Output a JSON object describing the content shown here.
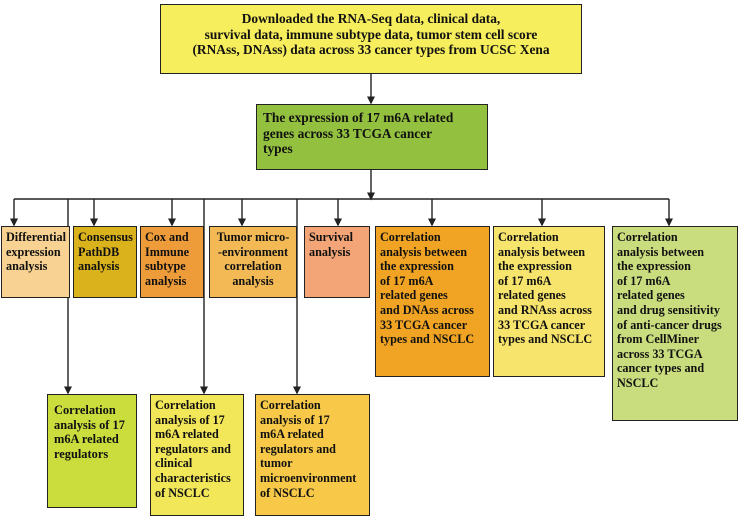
{
  "colors": {
    "top": "#f6ee5c",
    "mid": "#93c13f",
    "diff": "#f8d292",
    "consensus": "#d9b21c",
    "cox": "#ee9b3a",
    "tumor_micro": "#f3b955",
    "survival": "#f4a577",
    "dnass": "#f1a424",
    "rnass": "#f6e46c",
    "drug": "#c9dc7e",
    "regulators": "#cadd3c",
    "clinical": "#f2e659",
    "tme_nsclc": "#f8c948",
    "line": "#222222"
  },
  "nodes": {
    "top": "Downloaded the RNA-Seq data, clinical data,\nsurvival data, immune subtype data, tumor stem cell score\n(RNAss, DNAss) data across 33 cancer types from UCSC Xena",
    "mid": "The expression of 17 m6A related\ngenes across 33 TCGA cancer\ntypes",
    "diff": "Differential\nexpression\nanalysis",
    "consensus": "Consensus\nPathDB\nanalysis",
    "cox": "Cox and\nImmune\nsubtype\nanalysis",
    "tumor_micro": "Tumor micro-\n-environment\ncorrelation\nanalysis",
    "survival": "Survival\nanalysis",
    "dnass": "Correlation\nanalysis between\nthe expression\nof 17 m6A\nrelated genes\nand DNAss across\n33 TCGA cancer\ntypes and NSCLC",
    "rnass": "Correlation\nanalysis between\nthe expression\nof 17 m6A\nrelated genes\nand RNAss across\n33 TCGA cancer\ntypes and NSCLC",
    "drug": "Correlation\nanalysis between\nthe expression\nof 17 m6A\nrelated genes\nand drug sensitivity\nof anti-cancer drugs\nfrom CellMiner\nacross 33 TCGA\n cancer types and\nNSCLC",
    "regulators": "Correlation\nanalysis of 17\nm6A related\nregulators",
    "clinical": "Correlation\nanalysis of 17\nm6A related\nregulators and\nclinical\ncharacteristics\nof NSCLC",
    "tme_nsclc": "Correlation\nanalysis of 17\nm6A related\nregulators and\ntumor\nmicroenvironment\nof NSCLC"
  }
}
